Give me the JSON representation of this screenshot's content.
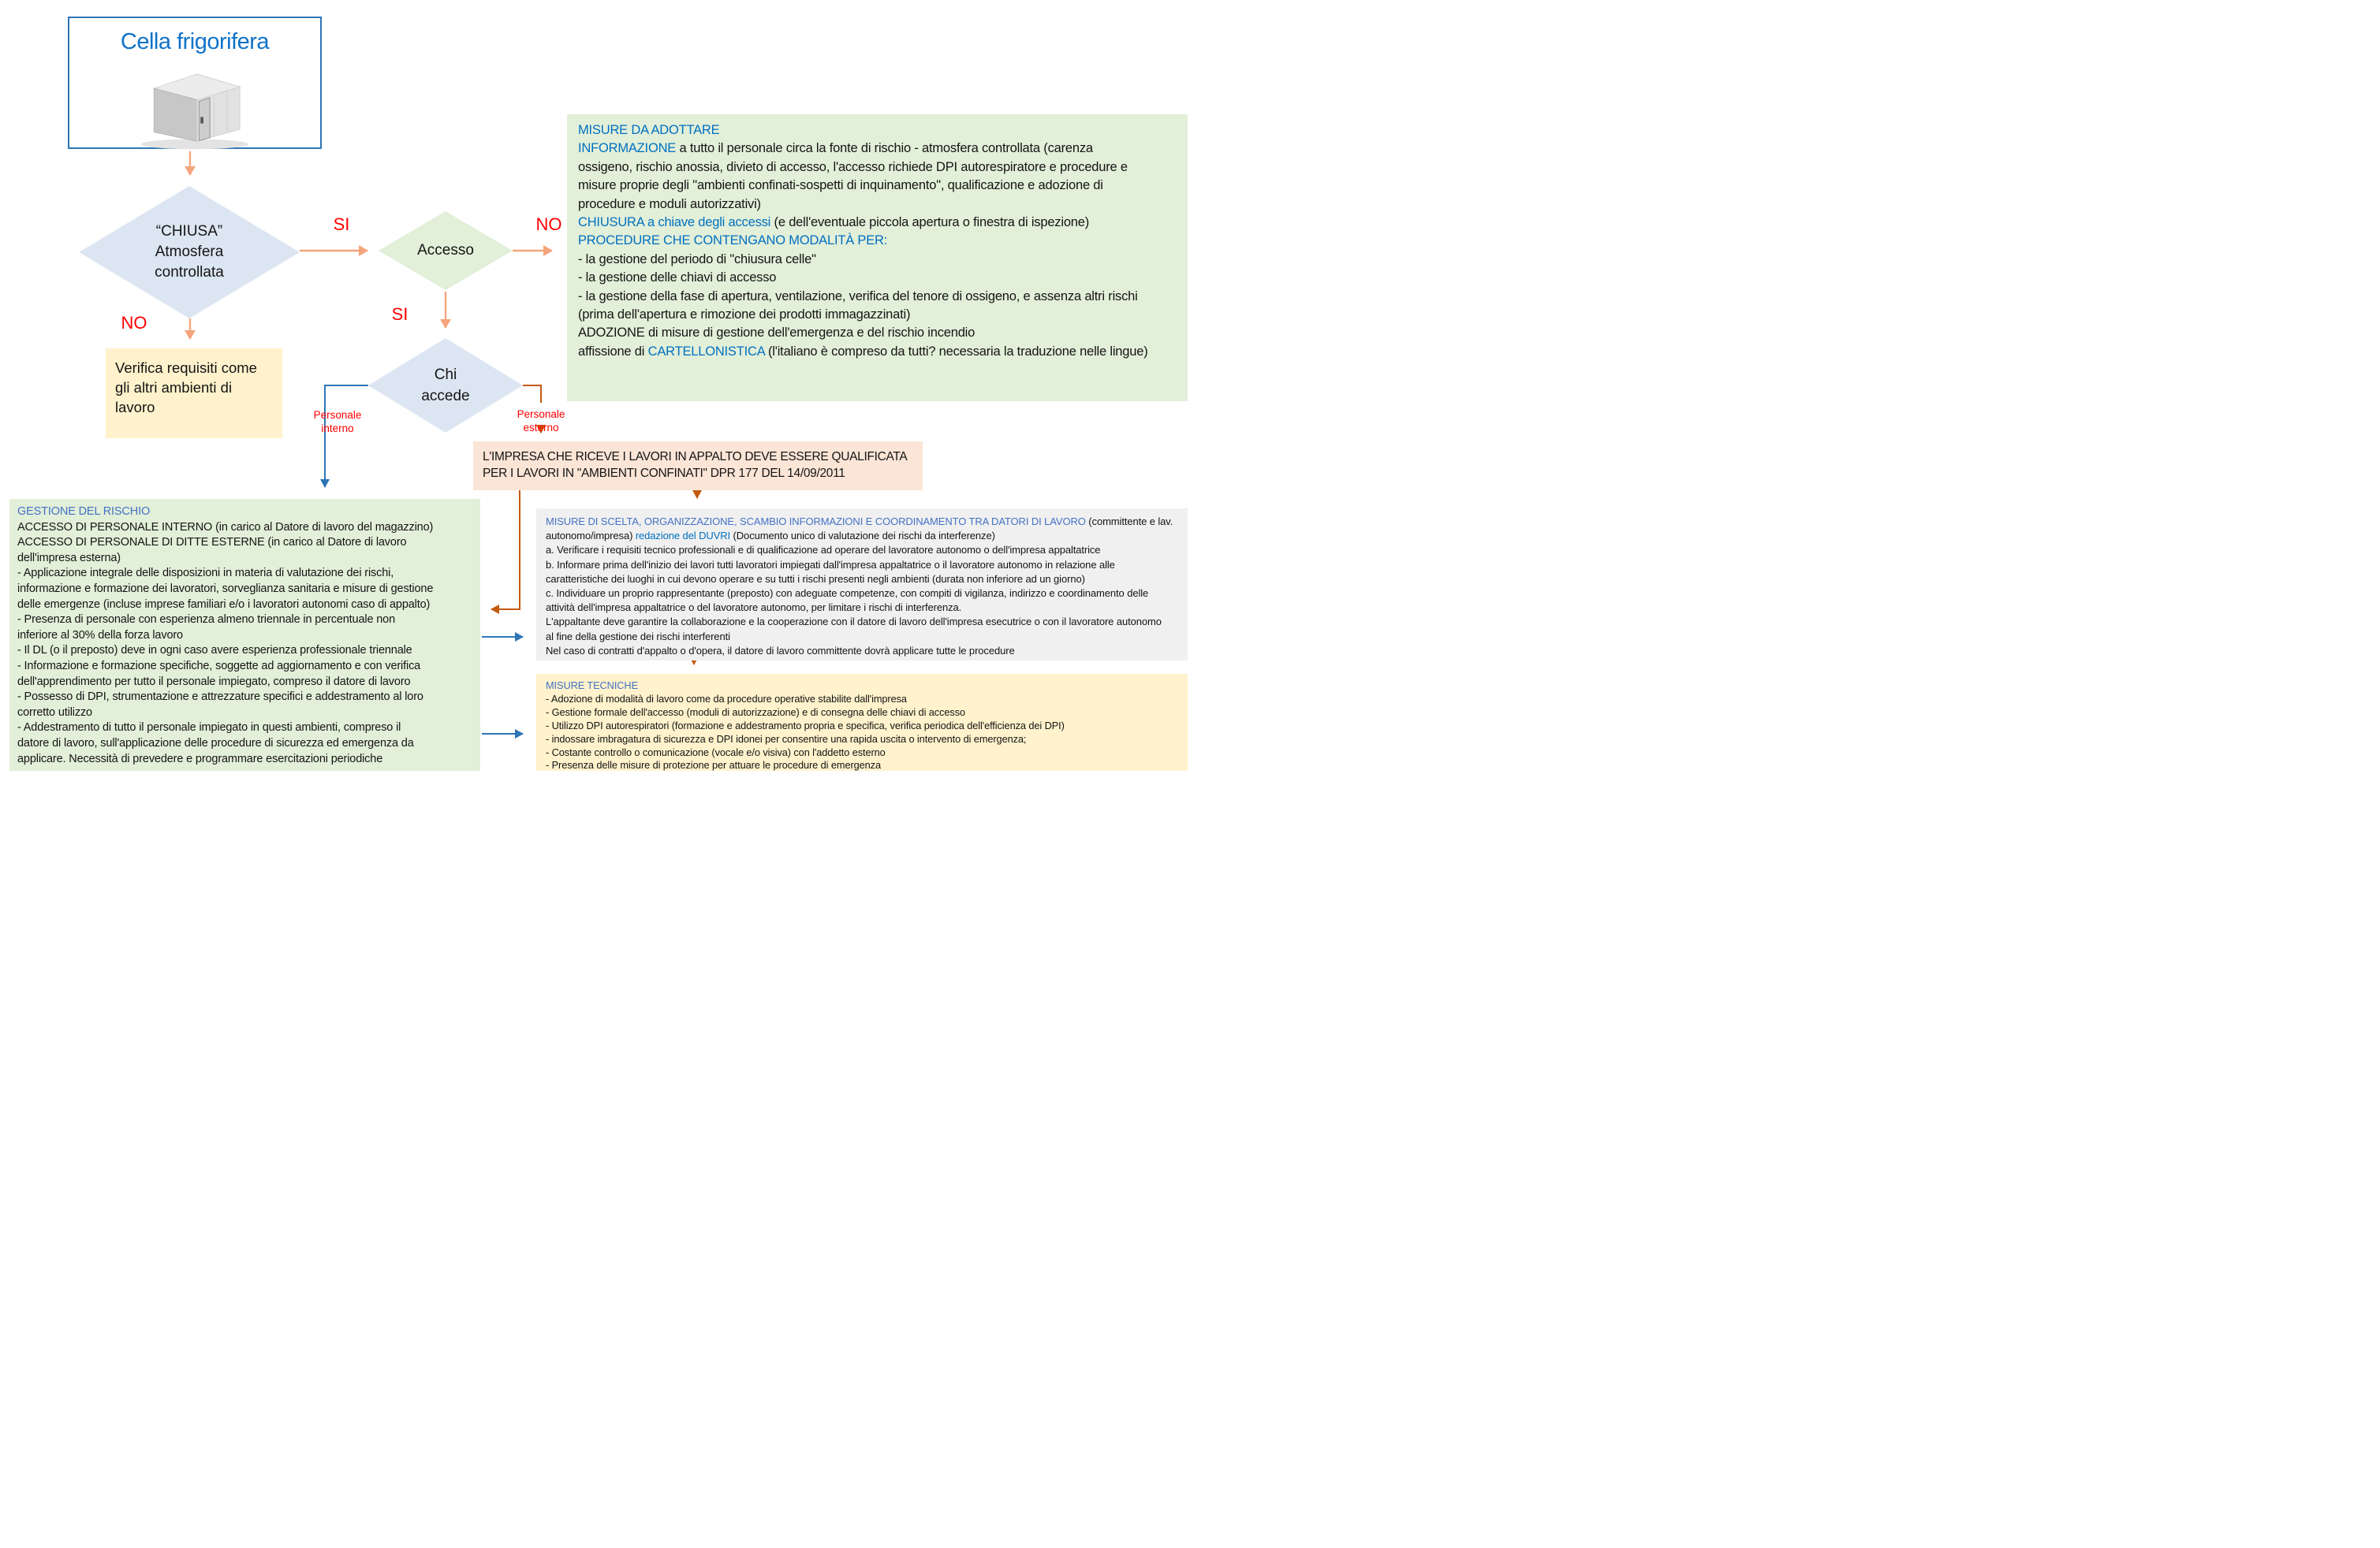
{
  "palette": {
    "vivid_blue_text": "#0070c0",
    "soft_blue_text": "#4472c4",
    "title_blue": "#1072c8",
    "red_label": "#ff0000",
    "diamond_blue_bg": "#dce6f2",
    "green_bg": "#e2efd9",
    "yellow_bg": "#fff2cc",
    "pink_bg": "#fbe5d6",
    "gray_bg": "#f0f0f0",
    "light_orange_arrow": "#f4a57c",
    "dark_orange_arrow": "#c55a11",
    "blue_arrow": "#2e75b6",
    "box_border_blue": "#2e75b6"
  },
  "title_box": {
    "title": "Cella frigorifera"
  },
  "diamonds": {
    "chiusa": {
      "lines": [
        "“CHIUSA”",
        "Atmosfera",
        "controllata"
      ]
    },
    "accesso": {
      "label": "Accesso"
    },
    "chi_accede": {
      "lines": [
        "Chi",
        "accede"
      ]
    }
  },
  "labels": {
    "si_1": "SI",
    "no_1": "NO",
    "no_2": "NO",
    "si_2": "SI",
    "personale_interno": [
      "Personale",
      "interno"
    ],
    "personale_esterno": [
      "Personale",
      "esterno"
    ]
  },
  "boxes": {
    "verifica": {
      "lines": [
        "Verifica requisiti come",
        "gli altri ambienti di",
        "lavoro"
      ]
    },
    "impresa": {
      "lines": [
        "L'IMPRESA CHE RICEVE I LAVORI IN APPALTO DEVE ESSERE QUALIFICATA",
        "PER I LAVORI IN \"AMBIENTI CONFINATI\" DPR 177 DEL 14/09/2011"
      ]
    },
    "misure_adottare": {
      "rich": [
        [
          [
            "b",
            "MISURE DA ADOTTARE"
          ]
        ],
        [
          [
            "b",
            "INFORMAZIONE"
          ],
          [
            "k",
            " a tutto il personale circa la fonte di rischio - atmosfera controllata (carenza"
          ]
        ],
        [
          [
            "k",
            "ossigeno, rischio anossia, divieto di accesso, l'accesso richiede DPI autorespiratore e procedure e"
          ]
        ],
        [
          [
            "k",
            "misure proprie degli \"ambienti confinati-sospetti di inquinamento\", qualificazione e adozione di"
          ]
        ],
        [
          [
            "k",
            "procedure e moduli autorizzativi)"
          ]
        ],
        [
          [
            "b",
            "CHIUSURA a chiave degli accessi"
          ],
          [
            "k",
            " (e dell'eventuale piccola apertura o finestra di ispezione)"
          ]
        ],
        [
          [
            "b",
            "PROCEDURE CHE CONTENGANO MODALITÀ PER:"
          ]
        ],
        [
          [
            "k",
            "- la gestione del periodo di \"chiusura celle\""
          ]
        ],
        [
          [
            "k",
            "- la gestione delle chiavi di accesso"
          ]
        ],
        [
          [
            "k",
            "- la gestione della fase di apertura, ventilazione, verifica del tenore di ossigeno, e assenza altri rischi"
          ]
        ],
        [
          [
            "k",
            "(prima dell'apertura e rimozione dei prodotti immagazzinati)"
          ]
        ],
        [
          [
            "k",
            "ADOZIONE di misure di gestione dell'emergenza e del rischio incendio"
          ]
        ],
        [
          [
            "k",
            "affissione di "
          ],
          [
            "b",
            "CARTELLONISTICA"
          ],
          [
            "k",
            " (l'italiano è compreso da tutti? necessaria la traduzione nelle lingue)"
          ]
        ]
      ]
    },
    "gestione_rischio": {
      "rich": [
        [
          [
            "s",
            "GESTIONE DEL RISCHIO"
          ]
        ],
        [
          [
            "k",
            "ACCESSO DI PERSONALE INTERNO (in carico al Datore di lavoro del magazzino)"
          ]
        ],
        [
          [
            "k",
            "ACCESSO DI PERSONALE DI DITTE ESTERNE (in carico al Datore di lavoro"
          ]
        ],
        [
          [
            "k",
            "dell'impresa esterna)"
          ]
        ],
        [
          [
            "k",
            "- Applicazione integrale delle disposizioni in materia di valutazione dei rischi,"
          ]
        ],
        [
          [
            "k",
            "informazione e formazione dei lavoratori, sorveglianza sanitaria e misure di gestione"
          ]
        ],
        [
          [
            "k",
            "delle emergenze (incluse imprese familiari e/o i lavoratori autonomi caso di appalto)"
          ]
        ],
        [
          [
            "k",
            "- Presenza di personale con esperienza almeno triennale in percentuale non"
          ]
        ],
        [
          [
            "k",
            "inferiore al 30% della forza lavoro"
          ]
        ],
        [
          [
            "k",
            "- Il DL (o il preposto) deve in ogni caso avere esperienza professionale triennale"
          ]
        ],
        [
          [
            "k",
            "- Informazione e formazione specifiche, soggette ad aggiornamento e con verifica"
          ]
        ],
        [
          [
            "k",
            "dell'apprendimento per tutto il personale impiegato, compreso il datore di lavoro"
          ]
        ],
        [
          [
            "k",
            "- Possesso di DPI, strumentazione e attrezzature specifici e addestramento al loro"
          ]
        ],
        [
          [
            "k",
            "corretto utilizzo"
          ]
        ],
        [
          [
            "k",
            "- Addestramento di tutto il personale impiegato in questi ambienti, compreso il"
          ]
        ],
        [
          [
            "k",
            "datore di lavoro, sull'applicazione delle procedure di sicurezza ed emergenza da"
          ]
        ],
        [
          [
            "k",
            "applicare. Necessità di prevedere e programmare esercitazioni periodiche"
          ]
        ]
      ]
    },
    "misure_scelta": {
      "rich": [
        [
          [
            "s",
            "MISURE DI SCELTA, ORGANIZZAZIONE, SCAMBIO INFORMAZIONI E COORDINAMENTO TRA DATORI DI LAVORO"
          ],
          [
            "k",
            " (committente e lav."
          ]
        ],
        [
          [
            "k",
            "autonomo/impresa) "
          ],
          [
            "b",
            "redazione del DUVRI"
          ],
          [
            "k",
            " (Documento unico di valutazione dei rischi da interferenze)"
          ]
        ],
        [
          [
            "k",
            "a. Verificare i requisiti tecnico professionali e di qualificazione ad operare del lavoratore autonomo o dell'impresa appaltatrice"
          ]
        ],
        [
          [
            "k",
            "b. Informare prima dell'inizio dei lavori tutti lavoratori impiegati dall'impresa appaltatrice o il lavoratore autonomo in relazione alle"
          ]
        ],
        [
          [
            "k",
            "caratteristiche dei luoghi in cui devono operare e su tutti i rischi presenti negli ambienti (durata non inferiore ad un giorno)"
          ]
        ],
        [
          [
            "k",
            "c. Individuare un proprio rappresentante (preposto) con adeguate competenze, con compiti di vigilanza, indirizzo e coordinamento delle"
          ]
        ],
        [
          [
            "k",
            "attività dell'impresa appaltatrice o del lavoratore autonomo, per limitare i rischi di interferenza."
          ]
        ],
        [
          [
            "k",
            "L'appaltante deve garantire la collaborazione e la cooperazione con il datore di lavoro dell'impresa esecutrice o con il lavoratore autonomo"
          ]
        ],
        [
          [
            "k",
            "al fine della gestione dei rischi interferenti"
          ]
        ],
        [
          [
            "k",
            "Nel caso di contratti d'appalto o d'opera, il datore di lavoro committente dovrà applicare tutte le procedure"
          ]
        ]
      ]
    },
    "misure_tecniche": {
      "rich": [
        [
          [
            "s",
            "MISURE TECNICHE"
          ]
        ],
        [
          [
            "k",
            "- Adozione di modalità di lavoro come da procedure operative stabilite dall'impresa"
          ]
        ],
        [
          [
            "k",
            "- Gestione formale dell'accesso (moduli di autorizzazione) e di consegna delle chiavi di accesso"
          ]
        ],
        [
          [
            "k",
            "- Utilizzo DPI autorespiratori (formazione e addestramento propria e specifica, verifica periodica dell'efficienza dei DPI)"
          ]
        ],
        [
          [
            "k",
            "- indossare imbragatura di sicurezza e DPI idonei per consentire una rapida uscita o intervento di emergenza;"
          ]
        ],
        [
          [
            "k",
            "- Costante controllo o comunicazione (vocale e/o visiva) con l'addetto esterno"
          ]
        ],
        [
          [
            "k",
            "- Presenza delle misure di protezione per attuare le procedure di emergenza"
          ]
        ]
      ]
    }
  }
}
